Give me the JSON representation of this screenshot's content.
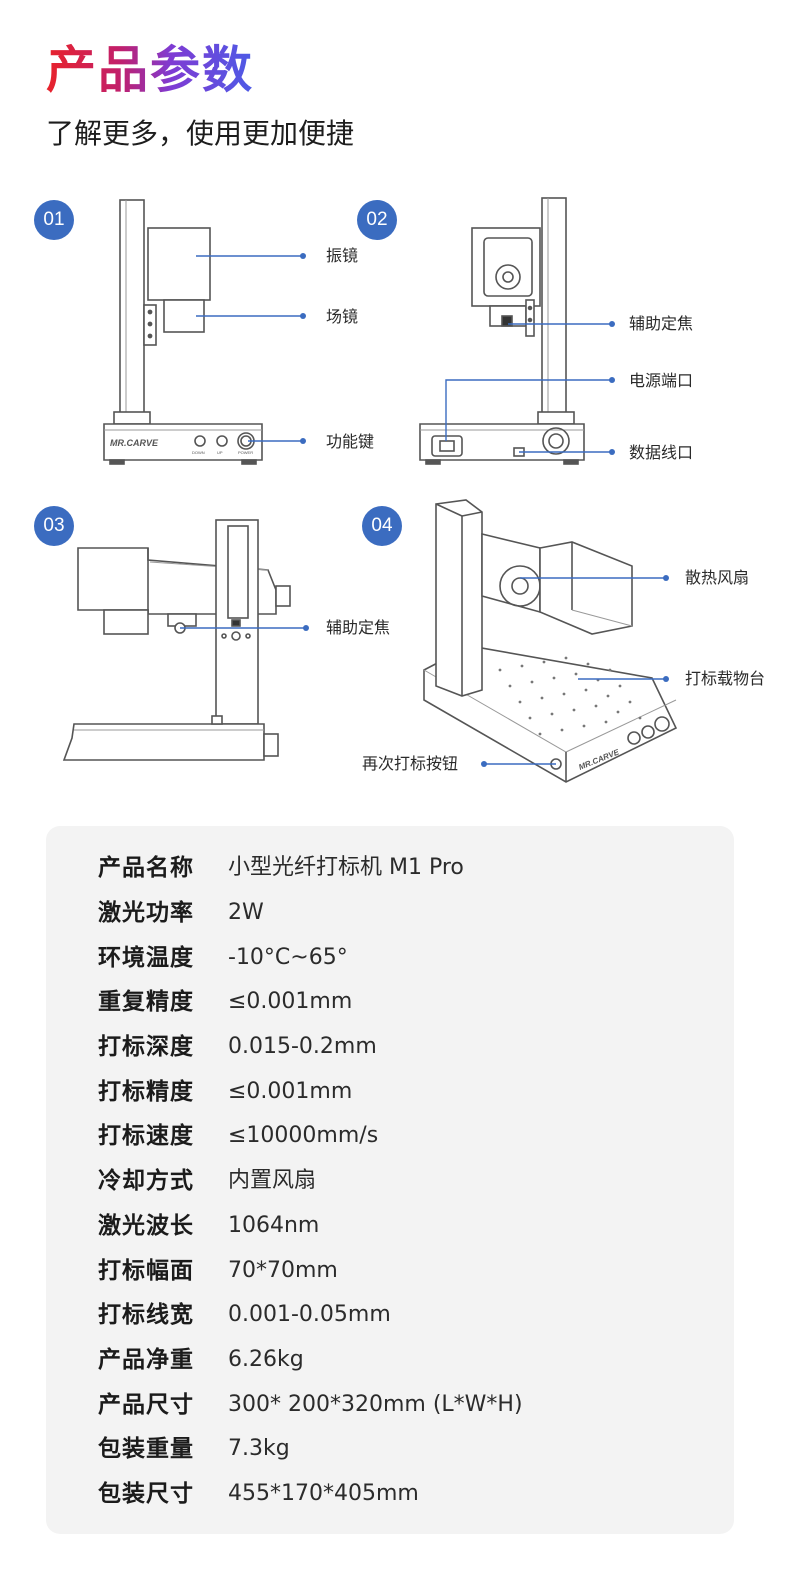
{
  "header": {
    "title": "产品参数",
    "subtitle": "了解更多，使用更加便捷"
  },
  "views": [
    {
      "badge": "01",
      "callouts": [
        "振镜",
        "场镜",
        "功能键"
      ],
      "device_text": {
        "brand": "MR.CARVE",
        "btn_labels": [
          "DOWN",
          "UP",
          "POWER"
        ]
      }
    },
    {
      "badge": "02",
      "callouts": [
        "辅助定焦",
        "电源端口",
        "数据线口"
      ]
    },
    {
      "badge": "03",
      "callouts": [
        "辅助定焦"
      ]
    },
    {
      "badge": "04",
      "callouts": [
        "散热风扇",
        "打标载物台",
        "再次打标按钮"
      ],
      "device_text": {
        "brand": "MR.CARVE"
      }
    }
  ],
  "specs": [
    {
      "key": "产品名称",
      "value": "小型光纤打标机 M1 Pro"
    },
    {
      "key": "激光功率",
      "value": "2W"
    },
    {
      "key": "环境温度",
      "value": "-10°C~65°"
    },
    {
      "key": "重复精度",
      "value": "≤0.001mm"
    },
    {
      "key": "打标深度",
      "value": "0.015-0.2mm"
    },
    {
      "key": "打标精度",
      "value": "≤0.001mm"
    },
    {
      "key": "打标速度",
      "value": "≤10000mm/s"
    },
    {
      "key": "冷却方式",
      "value": "内置风扇"
    },
    {
      "key": "激光波长",
      "value": "1064nm"
    },
    {
      "key": "打标幅面",
      "value": "70*70mm"
    },
    {
      "key": "打标线宽",
      "value": "0.001-0.05mm"
    },
    {
      "key": "产品净重",
      "value": "6.26kg"
    },
    {
      "key": "产品尺寸",
      "value": "300* 200*320mm (L*W*H)"
    },
    {
      "key": "包装重量",
      "value": "7.3kg"
    },
    {
      "key": "包装尺寸",
      "value": "455*170*405mm"
    }
  ],
  "colors": {
    "accent_blue": "#3b6cc0",
    "title_gradient_start": "#e8232b",
    "title_gradient_end": "#4c5be6",
    "panel_bg": "#f3f3f3"
  }
}
